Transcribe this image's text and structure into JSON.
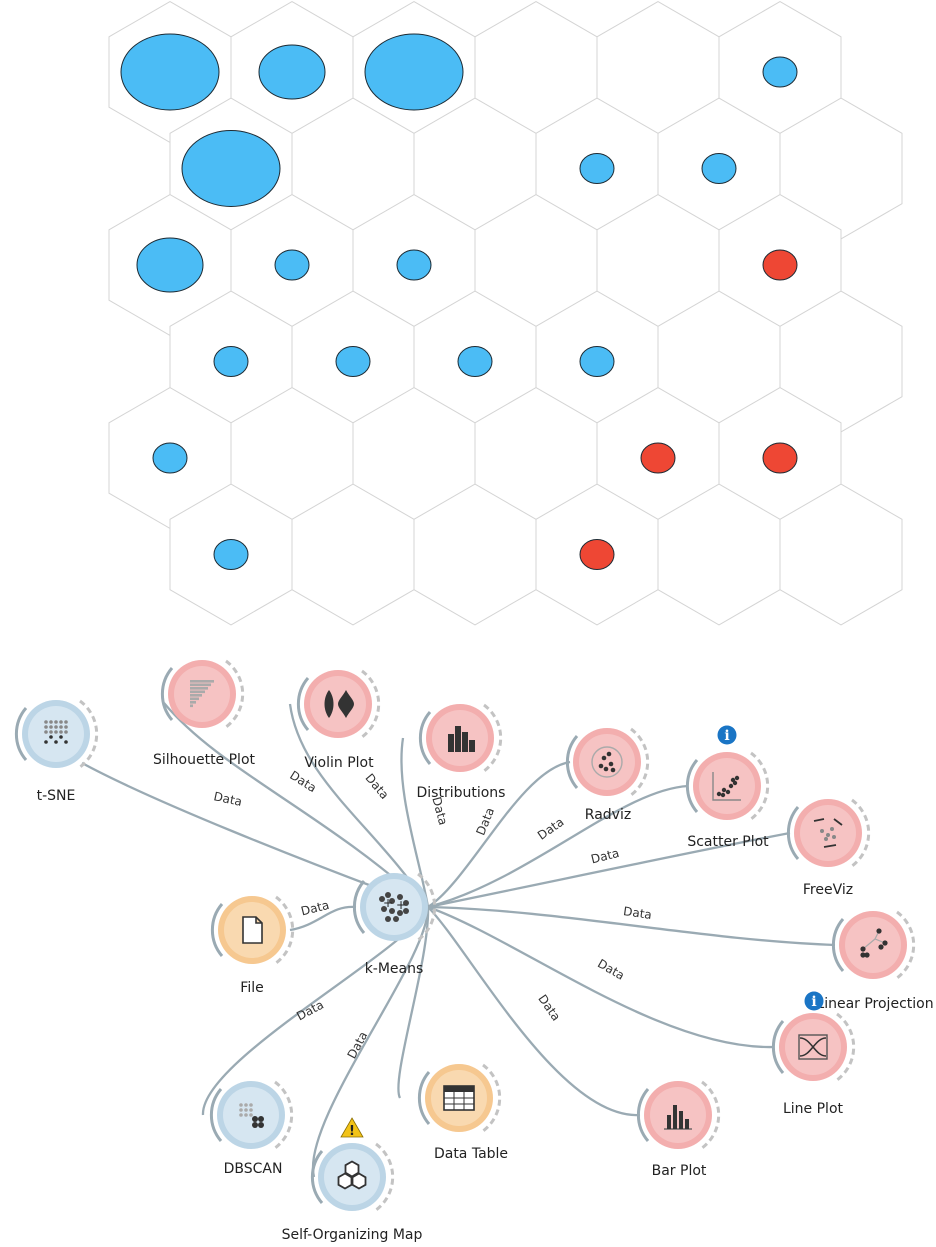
{
  "som": {
    "colors": {
      "blue": "#4bbcf5",
      "red": "#ee4734"
    },
    "cells": [
      {
        "row": 0,
        "col": 0,
        "size": "large",
        "class": "blue"
      },
      {
        "row": 0,
        "col": 1,
        "size": "medium",
        "class": "blue"
      },
      {
        "row": 0,
        "col": 2,
        "size": "large",
        "class": "blue"
      },
      {
        "row": 0,
        "col": 3,
        "size": "none",
        "class": ""
      },
      {
        "row": 0,
        "col": 4,
        "size": "none",
        "class": ""
      },
      {
        "row": 0,
        "col": 5,
        "size": "small",
        "class": "blue"
      },
      {
        "row": 1,
        "col": 0,
        "size": "large",
        "class": "blue"
      },
      {
        "row": 1,
        "col": 1,
        "size": "none",
        "class": ""
      },
      {
        "row": 1,
        "col": 2,
        "size": "none",
        "class": ""
      },
      {
        "row": 1,
        "col": 3,
        "size": "small",
        "class": "blue"
      },
      {
        "row": 1,
        "col": 4,
        "size": "small",
        "class": "blue"
      },
      {
        "row": 1,
        "col": 5,
        "size": "none",
        "class": ""
      },
      {
        "row": 2,
        "col": 0,
        "size": "medium",
        "class": "blue"
      },
      {
        "row": 2,
        "col": 1,
        "size": "small",
        "class": "blue"
      },
      {
        "row": 2,
        "col": 2,
        "size": "small",
        "class": "blue"
      },
      {
        "row": 2,
        "col": 3,
        "size": "none",
        "class": ""
      },
      {
        "row": 2,
        "col": 4,
        "size": "none",
        "class": ""
      },
      {
        "row": 2,
        "col": 5,
        "size": "small",
        "class": "red"
      },
      {
        "row": 3,
        "col": 0,
        "size": "small",
        "class": "blue"
      },
      {
        "row": 3,
        "col": 1,
        "size": "small",
        "class": "blue"
      },
      {
        "row": 3,
        "col": 2,
        "size": "small",
        "class": "blue"
      },
      {
        "row": 3,
        "col": 3,
        "size": "small",
        "class": "blue"
      },
      {
        "row": 3,
        "col": 4,
        "size": "none",
        "class": ""
      },
      {
        "row": 3,
        "col": 5,
        "size": "none",
        "class": ""
      },
      {
        "row": 4,
        "col": 0,
        "size": "small",
        "class": "blue"
      },
      {
        "row": 4,
        "col": 1,
        "size": "none",
        "class": ""
      },
      {
        "row": 4,
        "col": 2,
        "size": "none",
        "class": ""
      },
      {
        "row": 4,
        "col": 3,
        "size": "none",
        "class": ""
      },
      {
        "row": 4,
        "col": 4,
        "size": "small",
        "class": "red"
      },
      {
        "row": 4,
        "col": 5,
        "size": "small",
        "class": "red"
      },
      {
        "row": 5,
        "col": 0,
        "size": "small",
        "class": "blue"
      },
      {
        "row": 5,
        "col": 1,
        "size": "none",
        "class": ""
      },
      {
        "row": 5,
        "col": 2,
        "size": "none",
        "class": ""
      },
      {
        "row": 5,
        "col": 3,
        "size": "small",
        "class": "red"
      },
      {
        "row": 5,
        "col": 4,
        "size": "none",
        "class": ""
      },
      {
        "row": 5,
        "col": 5,
        "size": "none",
        "class": ""
      }
    ]
  },
  "workflow": {
    "colors": {
      "unsupervised_fill": "#d6e6f1",
      "unsupervised_ring": "#bcd5e6",
      "visualize_fill": "#f6c3c3",
      "visualize_ring": "#f3aeae",
      "data_fill": "#f9d9b0",
      "data_ring": "#f6c890",
      "edge": "#9aaab3",
      "info_badge": "#1a75c5",
      "warning_badge": "#f2c318"
    },
    "nodes": [
      {
        "id": "file",
        "label": "File",
        "category": "data",
        "icon": "file-icon"
      },
      {
        "id": "kmeans",
        "label": "k-Means",
        "category": "unsupervised",
        "icon": "kmeans-icon"
      },
      {
        "id": "tsne",
        "label": "t-SNE",
        "category": "unsupervised",
        "icon": "tsne-icon"
      },
      {
        "id": "silhouette",
        "label": "Silhouette Plot",
        "category": "visualize",
        "icon": "silhouette-icon"
      },
      {
        "id": "violin",
        "label": "Violin Plot",
        "category": "visualize",
        "icon": "violin-icon"
      },
      {
        "id": "distributions",
        "label": "Distributions",
        "category": "visualize",
        "icon": "distributions-icon"
      },
      {
        "id": "radviz",
        "label": "Radviz",
        "category": "visualize",
        "icon": "radviz-icon"
      },
      {
        "id": "scatter",
        "label": "Scatter Plot",
        "category": "visualize",
        "icon": "scatter-icon",
        "badge": "info"
      },
      {
        "id": "freeviz",
        "label": "FreeViz",
        "category": "visualize",
        "icon": "freeviz-icon"
      },
      {
        "id": "linproj",
        "label": "Linear Projection",
        "category": "visualize",
        "icon": "linear-projection-icon",
        "badge": "info"
      },
      {
        "id": "lineplot",
        "label": "Line Plot",
        "category": "visualize",
        "icon": "line-plot-icon"
      },
      {
        "id": "barplot",
        "label": "Bar Plot",
        "category": "visualize",
        "icon": "bar-plot-icon"
      },
      {
        "id": "datatable",
        "label": "Data Table",
        "category": "data",
        "icon": "table-icon"
      },
      {
        "id": "som",
        "label": "Self-Organizing Map",
        "category": "unsupervised",
        "icon": "som-icon",
        "badge": "warning"
      },
      {
        "id": "dbscan",
        "label": "DBSCAN",
        "category": "unsupervised",
        "icon": "dbscan-icon"
      }
    ],
    "edges": [
      {
        "from": "file",
        "to": "kmeans",
        "label": "Data"
      },
      {
        "from": "kmeans",
        "to": "tsne",
        "label": "Data"
      },
      {
        "from": "kmeans",
        "to": "silhouette",
        "label": "Data"
      },
      {
        "from": "kmeans",
        "to": "violin",
        "label": "Data"
      },
      {
        "from": "kmeans",
        "to": "distributions",
        "label": "Data"
      },
      {
        "from": "kmeans",
        "to": "radviz",
        "label": "Data"
      },
      {
        "from": "kmeans",
        "to": "scatter",
        "label": "Data"
      },
      {
        "from": "kmeans",
        "to": "freeviz",
        "label": "Data"
      },
      {
        "from": "kmeans",
        "to": "linproj",
        "label": "Data"
      },
      {
        "from": "kmeans",
        "to": "lineplot",
        "label": "Data"
      },
      {
        "from": "kmeans",
        "to": "barplot",
        "label": "Data"
      },
      {
        "from": "kmeans",
        "to": "datatable",
        "label": ""
      },
      {
        "from": "kmeans",
        "to": "som",
        "label": "Data"
      },
      {
        "from": "kmeans",
        "to": "dbscan",
        "label": "Data"
      }
    ],
    "badges": {
      "info": "i",
      "warning": "!"
    }
  }
}
